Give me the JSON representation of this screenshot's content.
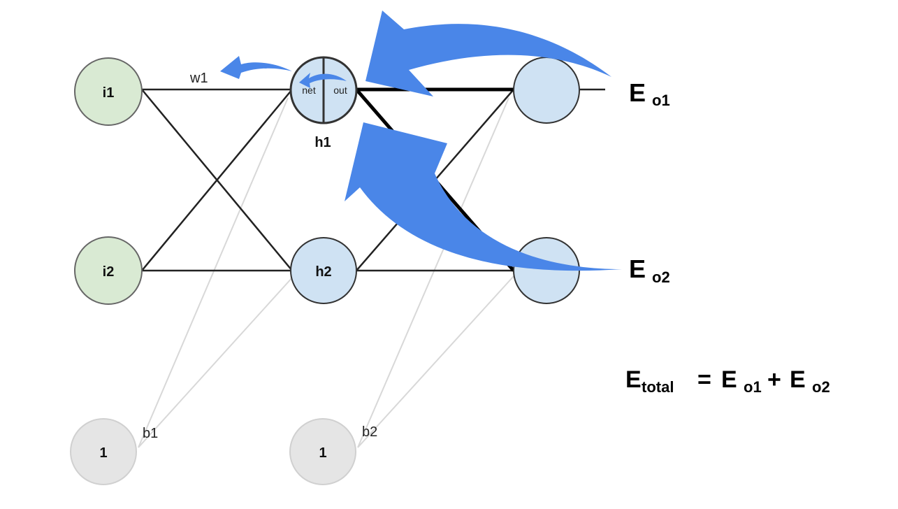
{
  "nodes": {
    "i1": "i1",
    "i2": "i2",
    "h1": "h1",
    "h2": "h2",
    "bias1": "1",
    "bias2": "1",
    "h1_net": "net",
    "h1_out": "out"
  },
  "weights": {
    "w1": "w1",
    "b1": "b1",
    "b2": "b2"
  },
  "errors": {
    "eo1_main": "E",
    "eo1_sub": "o1",
    "eo2_main": "E",
    "eo2_sub": "o2"
  },
  "equation": {
    "e1": "E",
    "e1_sub": "total",
    "eq_sign": "=",
    "e2": "E",
    "e2_sub": "o1",
    "plus": "+",
    "e3": "E",
    "e3_sub": "o2"
  },
  "colors": {
    "input_fill": "#d9ead3",
    "hidden_fill": "#cfe2f3",
    "bias_fill": "#e5e5e5",
    "arrow_blue": "#4a86e8",
    "edge_dark": "#222222",
    "edge_light": "#d8d8d8"
  }
}
